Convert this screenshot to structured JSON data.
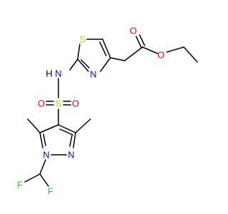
{
  "colors": {
    "bond": "#000000",
    "carbon": "#000000",
    "oxygen": "#ff0000",
    "nitrogen": "#0000ff",
    "sulfur": "#cccc00",
    "fluorine": "#33cc33",
    "hydrogen": "#000000"
  },
  "atoms": [
    {
      "id": "o_carbonyl",
      "label": "O",
      "element": "oxygen"
    },
    {
      "id": "o_ester",
      "label": "O",
      "element": "oxygen"
    },
    {
      "id": "s_thiazole",
      "label": "S",
      "element": "sulfur"
    },
    {
      "id": "n_thiazole",
      "label": "N",
      "element": "nitrogen"
    },
    {
      "id": "n_amide",
      "label": "N",
      "element": "nitrogen"
    },
    {
      "id": "h_amide",
      "label": "H",
      "element": "hydrogen"
    },
    {
      "id": "s_sulfonyl",
      "label": "S",
      "element": "sulfur"
    },
    {
      "id": "o_sulfonyl_left",
      "label": "O",
      "element": "oxygen"
    },
    {
      "id": "o_sulfonyl_right",
      "label": "O",
      "element": "oxygen"
    },
    {
      "id": "n_pyrazole_1",
      "label": "N",
      "element": "nitrogen"
    },
    {
      "id": "n_pyrazole_2",
      "label": "N",
      "element": "nitrogen"
    },
    {
      "id": "f_left",
      "label": "F",
      "element": "fluorine"
    },
    {
      "id": "f_right",
      "label": "F",
      "element": "fluorine"
    }
  ]
}
